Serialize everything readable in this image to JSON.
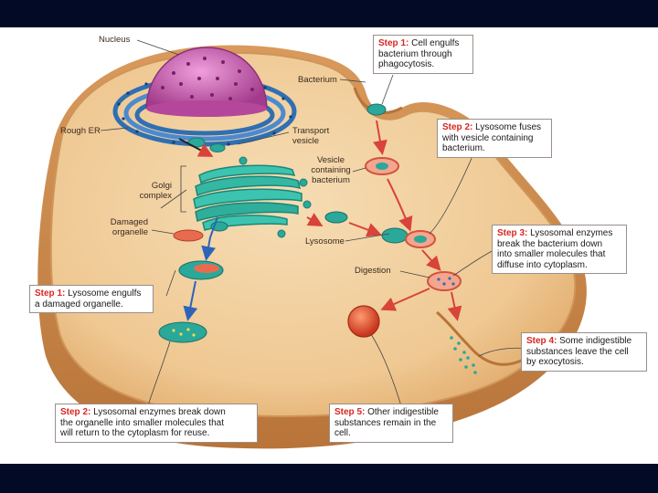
{
  "labels": {
    "nucleus": "Nucleus",
    "rough_er": "Rough ER",
    "bacterium": "Bacterium",
    "transport_vesicle": [
      "Transport",
      "vesicle"
    ],
    "golgi_complex": [
      "Golgi",
      "complex"
    ],
    "vesicle_containing_bacterium": [
      "Vesicle",
      "containing",
      "bacterium"
    ],
    "damaged_organelle": [
      "Damaged",
      "organelle"
    ],
    "lysosome": "Lysosome",
    "digestion": "Digestion"
  },
  "callouts": {
    "phago_step1": {
      "step": "Step 1:",
      "lines": [
        "Cell engulfs",
        "bacterium through",
        "phagocytosis."
      ]
    },
    "phago_step2": {
      "step": "Step 2:",
      "lines": [
        "Lysosome fuses",
        "with vesicle containing",
        "bacterium."
      ]
    },
    "phago_step3": {
      "step": "Step 3:",
      "lines": [
        "Lysosomal enzymes",
        "break the bacterium down",
        "into smaller molecules that",
        "diffuse into cytoplasm."
      ]
    },
    "phago_step4": {
      "step": "Step 4:",
      "lines": [
        "Some indigestible",
        "substances leave the cell",
        "by exocytosis."
      ]
    },
    "phago_step5": {
      "step": "Step 5:",
      "lines": [
        "Other indigestible",
        "substances remain in the",
        "cell."
      ]
    },
    "auto_step1": {
      "step": "Step 1:",
      "lines": [
        "Lysosome engulfs",
        "a damaged organelle."
      ]
    },
    "auto_step2": {
      "step": "Step 2:",
      "lines": [
        "Lysosomal enzymes break down",
        "the organelle into smaller molecules that",
        "will return to the cytoplasm for reuse."
      ]
    }
  },
  "colors": {
    "background": "#020a26",
    "cytoplasm": "#f1cf9c",
    "membrane": "#c98a4c",
    "nucleus": "#c85aa9",
    "endoplasmic_reticulum": "#2f6fb3",
    "golgi": "#2fb5a2",
    "lysosome": "#2aa89a",
    "vesicle": "#e5705e",
    "step_label": "#d7261f",
    "arrow_red": "#d8433a",
    "arrow_blue": "#2c64b8"
  }
}
